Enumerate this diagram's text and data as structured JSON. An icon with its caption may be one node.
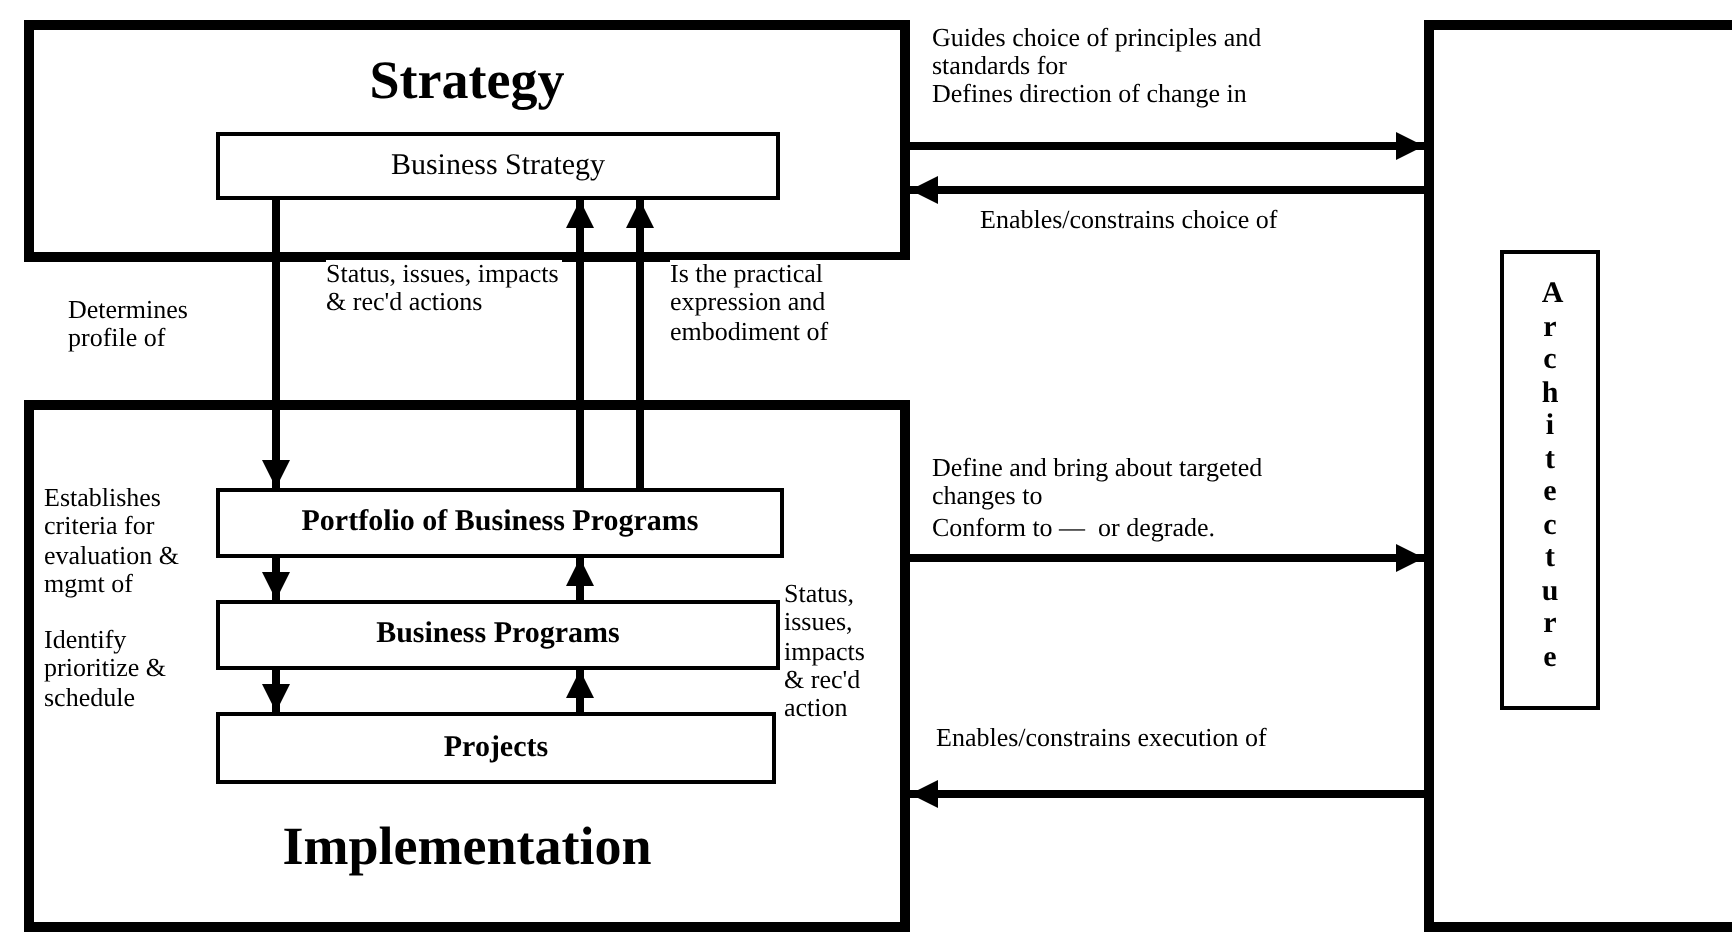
{
  "diagram": {
    "nodes": [
      {
        "text": [
          "Strategy"
        ]
      },
      {
        "text": [
          "Business Strategy"
        ],
        "in": 0
      },
      {
        "text": [
          "Implementation"
        ]
      },
      {
        "text": [
          "Portfolio of Business Programs"
        ],
        "in": 2
      },
      {
        "text": [
          "Business Programs"
        ],
        "in": 2
      },
      {
        "text": [
          "Projects"
        ],
        "in": 2
      },
      {
        "text": [],
        "shape": "box"
      },
      {
        "text": [
          "Architecture"
        ],
        "in": 6
      }
    ],
    "edges": [
      {
        "from": 1,
        "to": 3,
        "arrow": "to",
        "label": "Determines profile of"
      },
      {
        "from": 3,
        "to": 1,
        "arrow": "to",
        "label": "Status, issues, impacts & rec'd actions"
      },
      {
        "from": 3,
        "to": 1,
        "arrow": "to",
        "label": "Is the practical expression and embodiment of"
      },
      {
        "from": 3,
        "to": 4,
        "arrow": "to",
        "label": "Establishes criteria for evaluation & mgmt of"
      },
      {
        "from": 4,
        "to": 5,
        "arrow": "to",
        "label": "Identify prioritize & schedule"
      },
      {
        "from": 4,
        "to": 3,
        "arrow": "to"
      },
      {
        "from": 5,
        "to": 4,
        "arrow": "to"
      },
      {
        "from": 0,
        "to": 6,
        "arrow": "to",
        "label": "Guides choice of principles and standards for"
      },
      {
        "from": 6,
        "to": 0,
        "arrow": "to",
        "label": "Enables/constrains choice of"
      },
      {
        "from": 2,
        "to": 6,
        "arrow": "to",
        "label": "Define and bring about targeted changes to"
      },
      {
        "from": 6,
        "to": 2,
        "arrow": "to",
        "label": "Enables/constrains execution of"
      }
    ],
    "labels": [
      "Defines direction of change in",
      "Conform to —  or degrade.",
      "Status, issues, impacts & rec'd action"
    ]
  }
}
